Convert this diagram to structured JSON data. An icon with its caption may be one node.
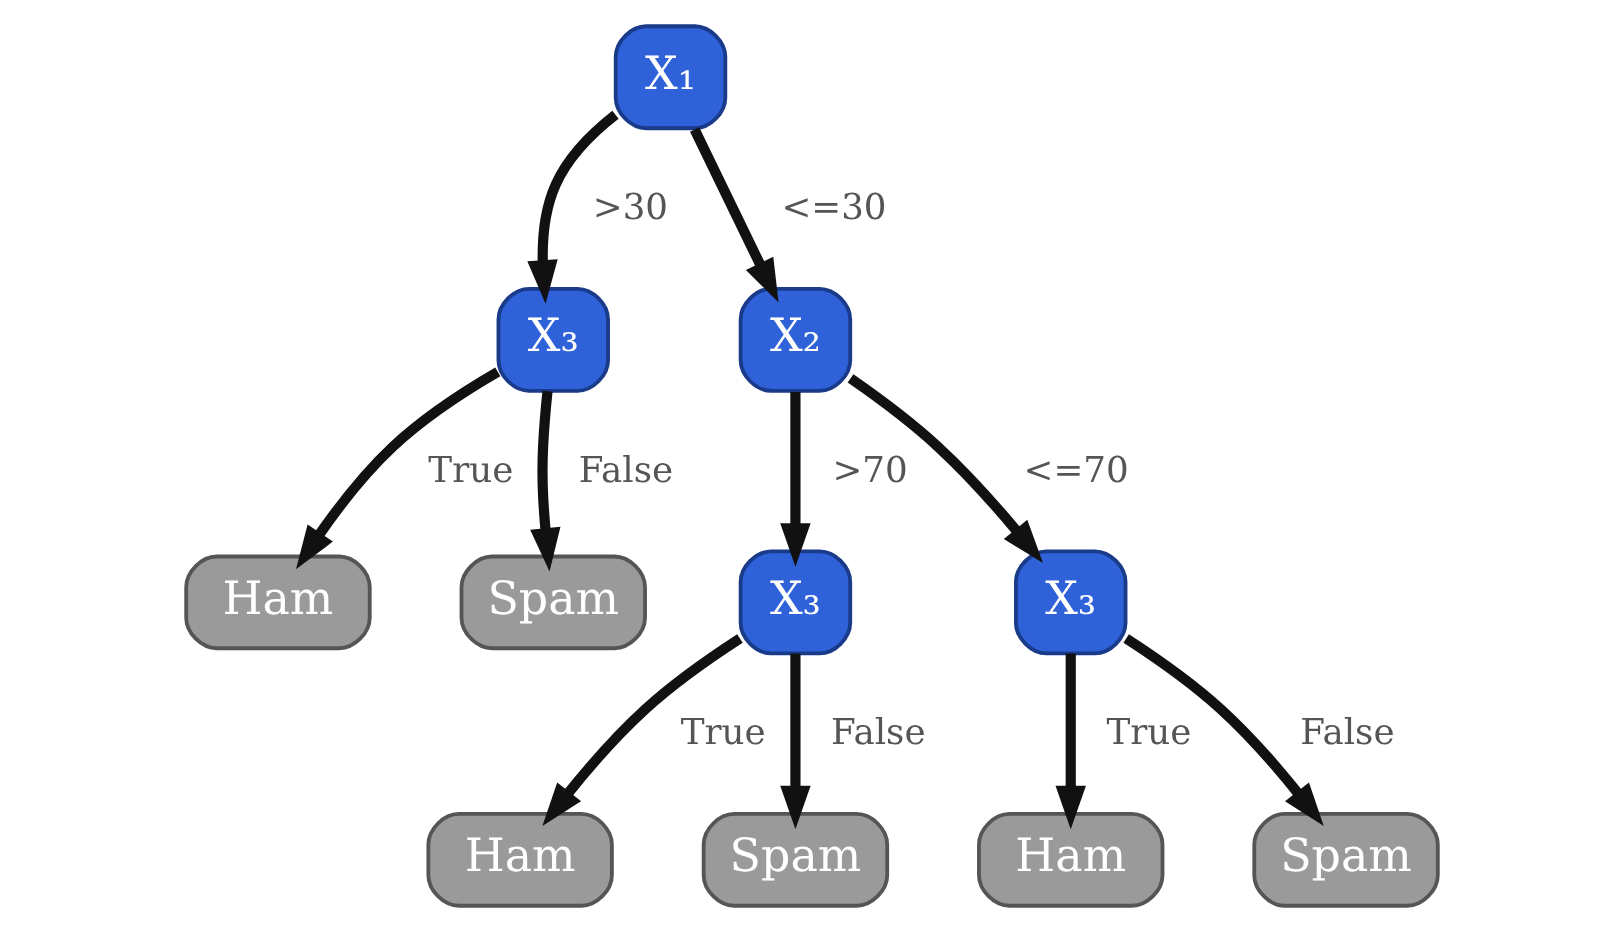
{
  "diagram": {
    "nodes": [
      {
        "text": [
          "X₁"
        ]
      },
      {
        "text": [
          "X₃"
        ]
      },
      {
        "text": [
          "X₂"
        ]
      },
      {
        "text": [
          "Ham"
        ]
      },
      {
        "text": [
          "Spam"
        ]
      },
      {
        "text": [
          "X₃"
        ]
      },
      {
        "text": [
          "X₃"
        ]
      },
      {
        "text": [
          "Ham"
        ]
      },
      {
        "text": [
          "Spam"
        ]
      },
      {
        "text": [
          "Ham"
        ]
      },
      {
        "text": [
          "Spam"
        ]
      }
    ],
    "edges": [
      {
        "from": 0,
        "to": 1,
        "arrow": "to",
        "label": ">30"
      },
      {
        "from": 0,
        "to": 2,
        "arrow": "to",
        "label": "<=30"
      },
      {
        "from": 1,
        "to": 3,
        "arrow": "to",
        "label": "True"
      },
      {
        "from": 1,
        "to": 4,
        "arrow": "to",
        "label": "False"
      },
      {
        "from": 2,
        "to": 5,
        "arrow": "to",
        "label": ">70"
      },
      {
        "from": 2,
        "to": 6,
        "arrow": "to",
        "label": "<=70"
      },
      {
        "from": 5,
        "to": 7,
        "arrow": "to",
        "label": "True"
      },
      {
        "from": 5,
        "to": 8,
        "arrow": "to",
        "label": "False"
      },
      {
        "from": 6,
        "to": 9,
        "arrow": "to",
        "label": "True"
      },
      {
        "from": 6,
        "to": 10,
        "arrow": "to",
        "label": "False"
      }
    ]
  }
}
